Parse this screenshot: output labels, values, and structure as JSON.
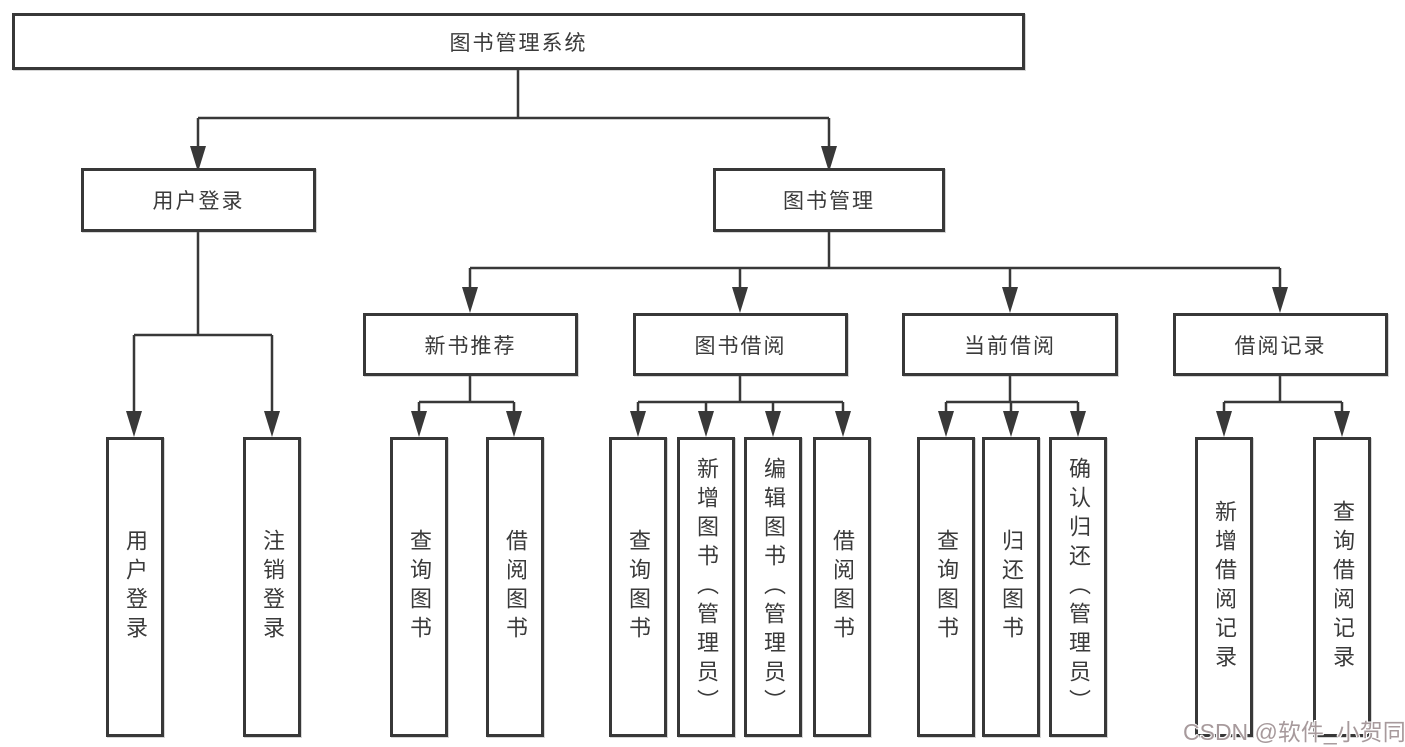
{
  "diagram": {
    "root": {
      "label": "图书管理系统"
    },
    "branches": [
      {
        "label": "用户登录",
        "children": [
          {
            "label": "用户登录"
          },
          {
            "label": "注销登录"
          }
        ]
      },
      {
        "label": "图书管理",
        "children": [
          {
            "label": "新书推荐",
            "children": [
              {
                "label": "查询图书"
              },
              {
                "label": "借阅图书"
              }
            ]
          },
          {
            "label": "图书借阅",
            "children": [
              {
                "label": "查询图书"
              },
              {
                "label": "新增图书（管理员）"
              },
              {
                "label": "编辑图书（管理员）"
              },
              {
                "label": "借阅图书"
              }
            ]
          },
          {
            "label": "当前借阅",
            "children": [
              {
                "label": "查询图书"
              },
              {
                "label": "归还图书"
              },
              {
                "label": "确认归还（管理员）"
              }
            ]
          },
          {
            "label": "借阅记录",
            "children": [
              {
                "label": "新增借阅记录"
              },
              {
                "label": "查询借阅记录"
              }
            ]
          }
        ]
      }
    ]
  },
  "watermark": {
    "text": "CSDN @软件_小贺同学"
  },
  "colors": {
    "line": "#383838",
    "box_border": "#383838",
    "text": "#3a3a3a",
    "background": "#ffffff",
    "watermark": "#a79a9c"
  }
}
